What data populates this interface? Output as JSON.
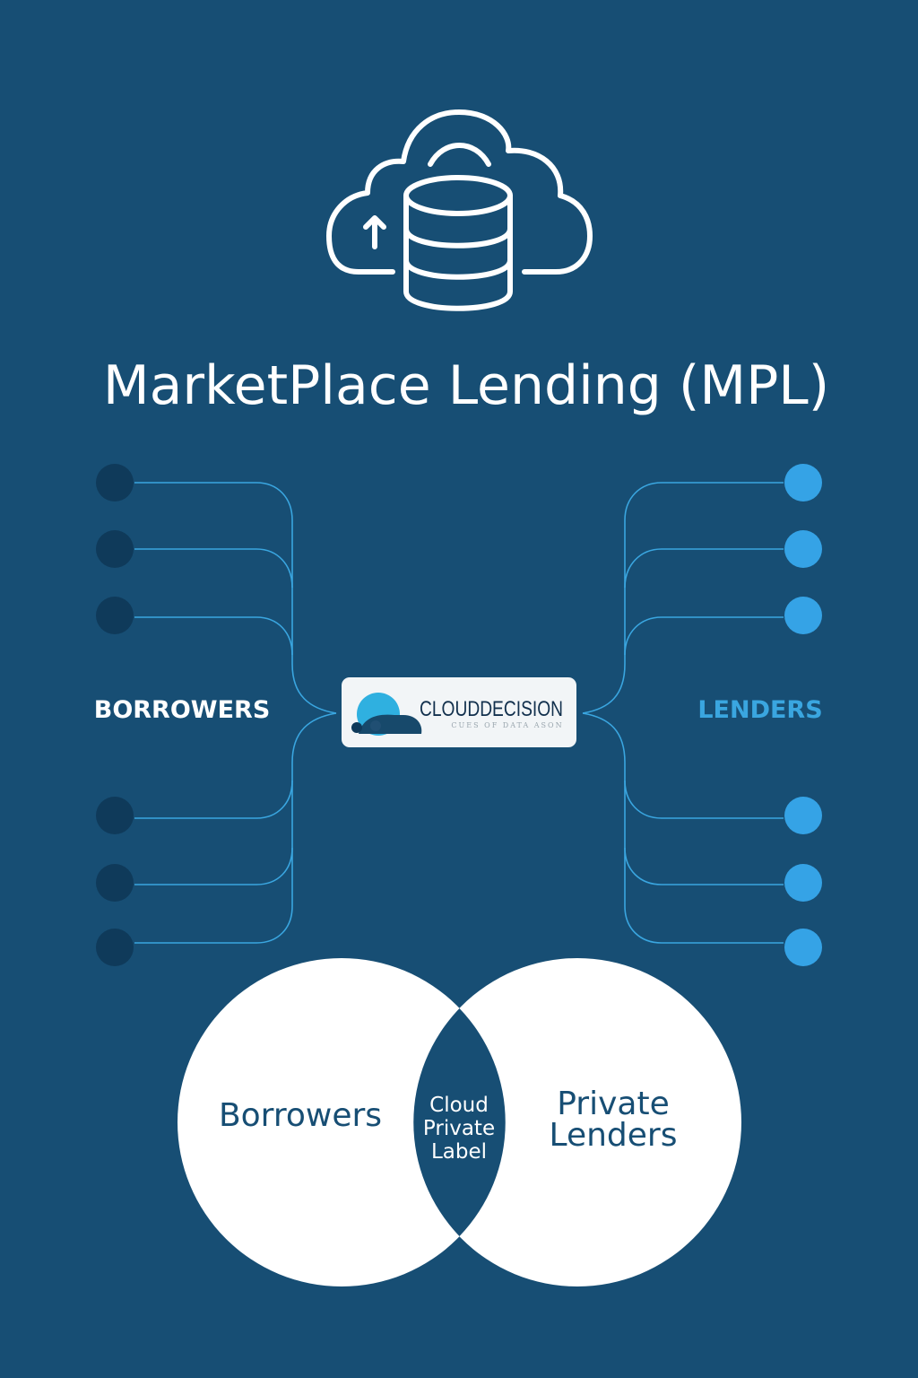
{
  "title": "MarketPlace Lending (MPL)",
  "hero_icon": "cloud-database-upload-icon",
  "left_label": "BORROWERS",
  "right_label": "LENDERS",
  "logo": {
    "name": "CLOUDDECISION",
    "tagline": "CUES OF DATA ASON"
  },
  "venn": {
    "left": "Borrowers",
    "center": [
      "Cloud",
      "Private",
      "Label"
    ],
    "right": [
      "Private",
      "Lenders"
    ]
  },
  "colors": {
    "background": "#174e74",
    "borrower_node": "#0f3a5a",
    "lender_node": "#35a3e6",
    "connector": "#3aa6e0",
    "lenders_label": "#3aa6e0"
  }
}
